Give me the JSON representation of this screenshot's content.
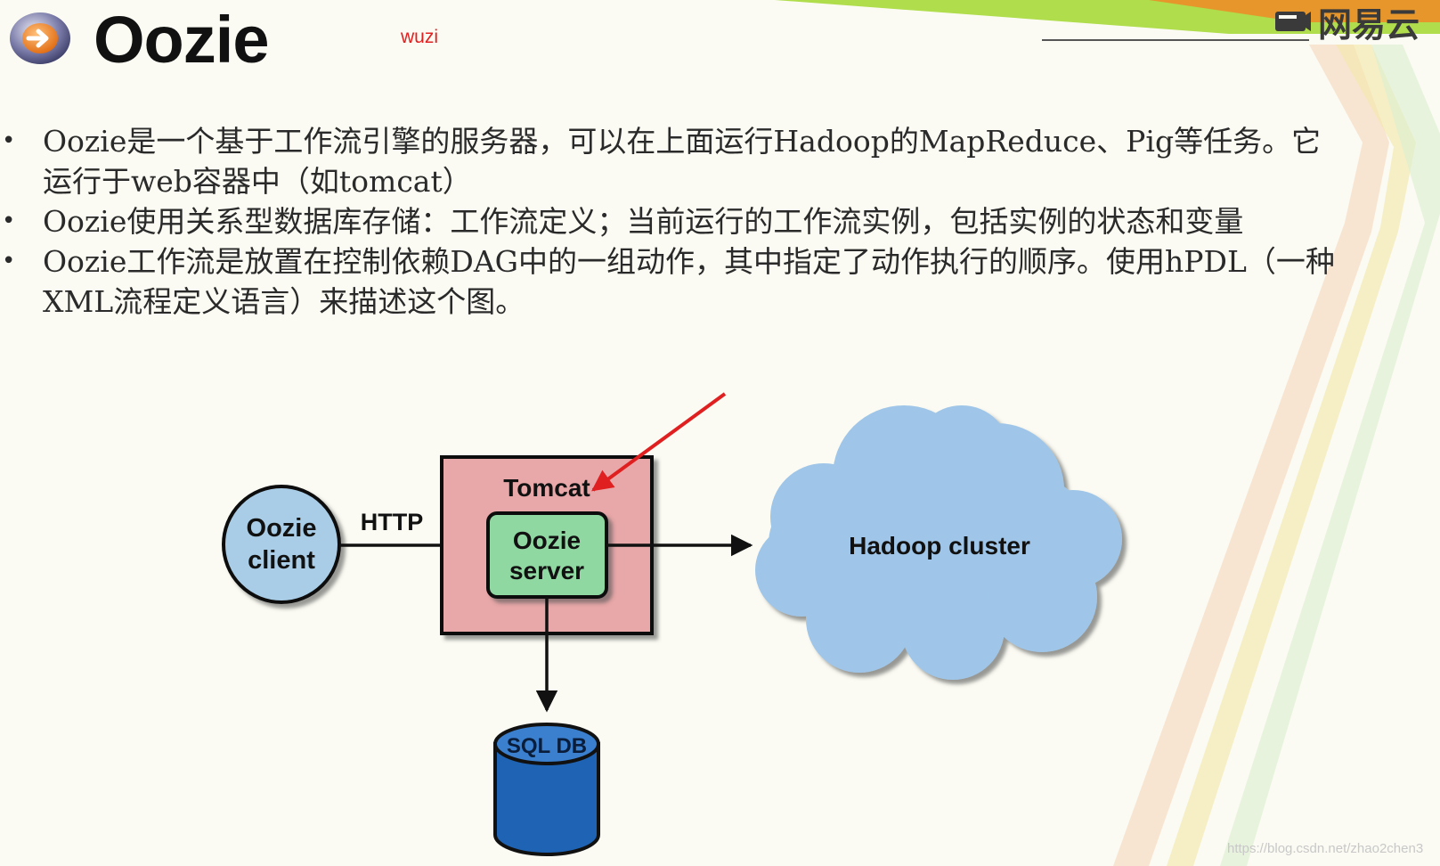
{
  "slide": {
    "title": "Oozie",
    "annotation": "wuzi",
    "brand": {
      "name": "网易云",
      "icon": "cloud-classroom-icon"
    },
    "bullets": [
      {
        "text": "Oozie是一个基于工作流引擎的服务器，可以在上面运行Hadoop的MapReduce、Pig等任务。它运行于web容器中（如tomcat）"
      },
      {
        "text": "Oozie使用关系型数据库存储：工作流定义；当前运行的工作流实例，包括实例的状态和变量"
      },
      {
        "text": "Oozie工作流是放置在控制依赖DAG中的一组动作，其中指定了动作执行的顺序。使用hPDL（一种XML流程定义语言）来描述这个图。"
      }
    ]
  },
  "diagram": {
    "client": "Oozie client",
    "protocol": "HTTP",
    "container": "Tomcat",
    "server": "Oozie server",
    "cluster": "Hadoop cluster",
    "database": "SQL DB",
    "colors": {
      "client_fill": "#a9cde6",
      "container_fill": "#e8a7a8",
      "server_fill": "#8fd8a2",
      "cloud_fill": "#9fc6e8",
      "db_fill": "#1f64b4",
      "arrow_highlight": "#e02020"
    }
  },
  "watermark": "https://blog.csdn.net/zhao2chen3"
}
